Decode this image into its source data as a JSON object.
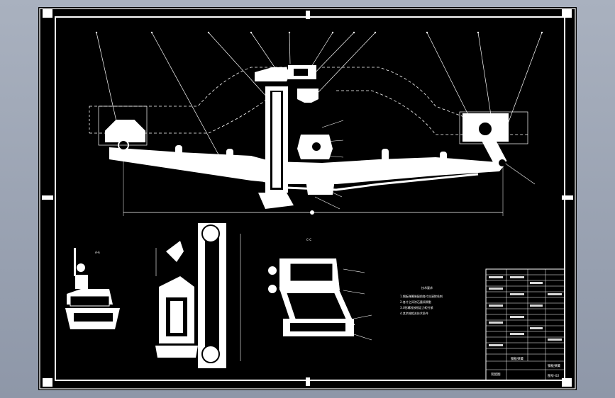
{
  "drawing": {
    "section_labels": {
      "a": "A-A",
      "c": "C-C"
    },
    "notes_title": "技术要求",
    "notes_lines": [
      "1.钢板弹簧装配前各片应清除毛刺",
      "2.各片之间涂石墨润滑脂",
      "3.U形螺栓按规定力矩拧紧",
      "4.其余按相关技术条件"
    ],
    "title_block": {
      "cell_a": "钢板弹簧",
      "cell_b": "钢板弹簧",
      "cell_c": "装配图",
      "cell_d": "图号-02"
    },
    "leader_count": 11
  }
}
